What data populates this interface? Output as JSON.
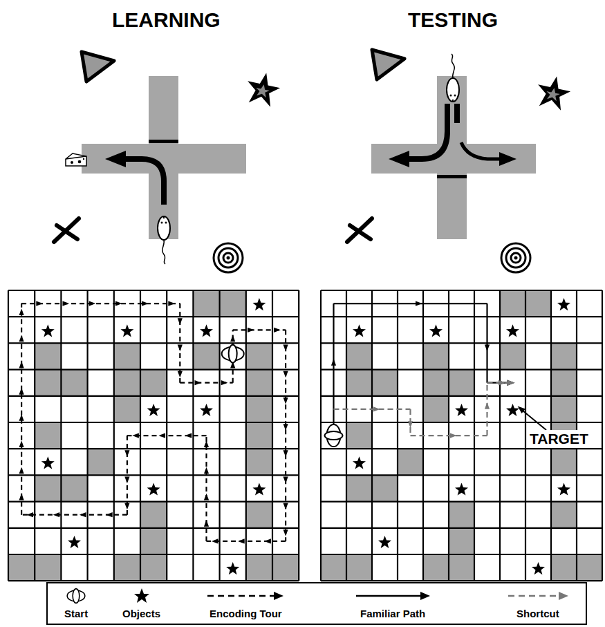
{
  "diagram": {
    "labels": [
      "LEARNING",
      "TESTING",
      "TARGET"
    ],
    "legend": [
      {
        "text": "Start"
      },
      {
        "text": "Objects"
      },
      {
        "text": "Encoding Tour"
      },
      {
        "text": "Familiar Path"
      },
      {
        "text": "Shortcut"
      }
    ]
  }
}
